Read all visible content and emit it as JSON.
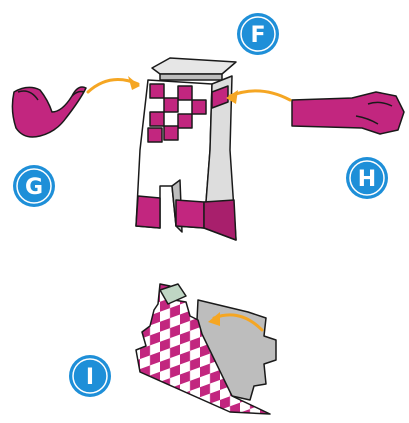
{
  "badges": {
    "f": "F",
    "g": "G",
    "h": "H",
    "i": "I"
  },
  "colors": {
    "magenta": "#C2267F",
    "arrow": "#F5A623",
    "badge": "#1E8FD8",
    "outline": "#1a1a1a",
    "grey": "#BDBDBD",
    "light_grey": "#E6E6E6",
    "mint": "#BFD6C4"
  }
}
